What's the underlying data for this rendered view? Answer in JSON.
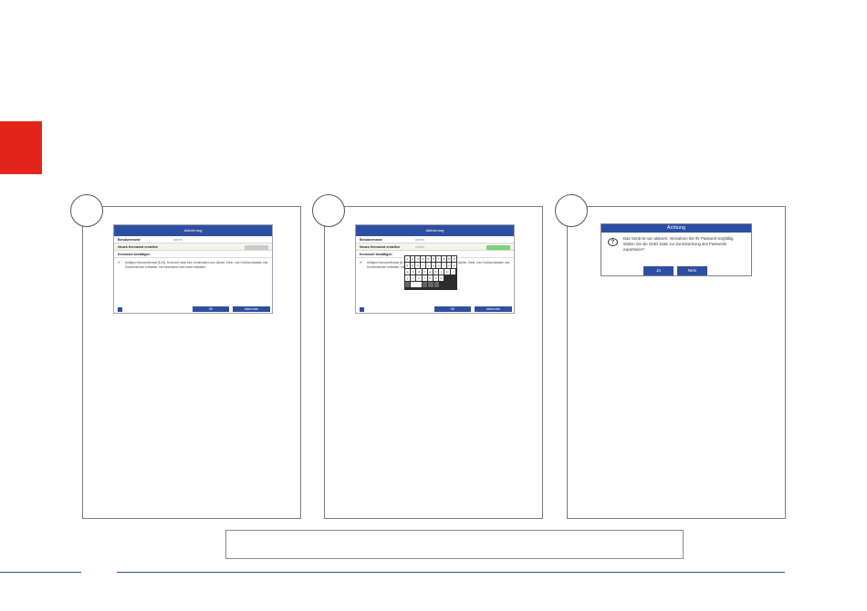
{
  "screens": [
    {
      "title": "Aktivierung",
      "rows": [
        {
          "label": "Benutzername",
          "value": "admin"
        },
        {
          "label": "Neues Kennwort erstellen",
          "value": ""
        },
        {
          "label": "Kennwort bestätigen",
          "value": ""
        }
      ],
      "hint": "Gültiges Kennwortformat [8-16]. Kennwort kann eine Kombination aus Zahlen, Klein- und Großbuchstaben und Sonderzeichen enthalten, mit mindestens zwei Arten enthalten.",
      "ok_label": "OK",
      "cancel_label": "Abbrechen"
    },
    {
      "title": "Aktivierung",
      "rows": [
        {
          "label": "Benutzername",
          "value": "admin"
        },
        {
          "label": "Neues Kennwort erstellen",
          "value": "••••••••"
        },
        {
          "label": "Kennwort bestätigen",
          "value": ""
        }
      ],
      "hint": "Gültiges Kennwortformat [8-16]. Kennwort kann eine Kombination aus Zahlen, Klein- und Großbuchstaben und Sonderzeichen enthalten, mit mindestens zwei Arten enthalten.",
      "ok_label": "OK",
      "cancel_label": "Abbrechen",
      "keyboard": [
        [
          "1",
          "2",
          "3",
          "4",
          "5",
          "6",
          "7",
          "8",
          "9",
          "0"
        ],
        [
          "q",
          "w",
          "e",
          "r",
          "t",
          "z",
          "u",
          "i",
          "o",
          "p"
        ],
        [
          "a",
          "s",
          "d",
          "f",
          "g",
          "h",
          "j",
          "k",
          "l"
        ],
        [
          "y",
          "x",
          "c",
          "v",
          "b",
          "n",
          "m"
        ]
      ]
    }
  ],
  "dialog": {
    "title": "Achtung",
    "text": "Das Gerät ist nun aktiviert. Verwahren Sie Ihr Passwort sorgfältig. Wollen Sie die GUID Datei zur Zurücksetzung des Passworts exportieren?",
    "yes_label": "Ja",
    "no_label": "Nein"
  },
  "icons": {
    "dialog_icon": "question-bubble-icon",
    "check": "checkmark-icon"
  },
  "colors": {
    "accent_red": "#e3241b",
    "primary_blue": "#2d4fa3"
  }
}
